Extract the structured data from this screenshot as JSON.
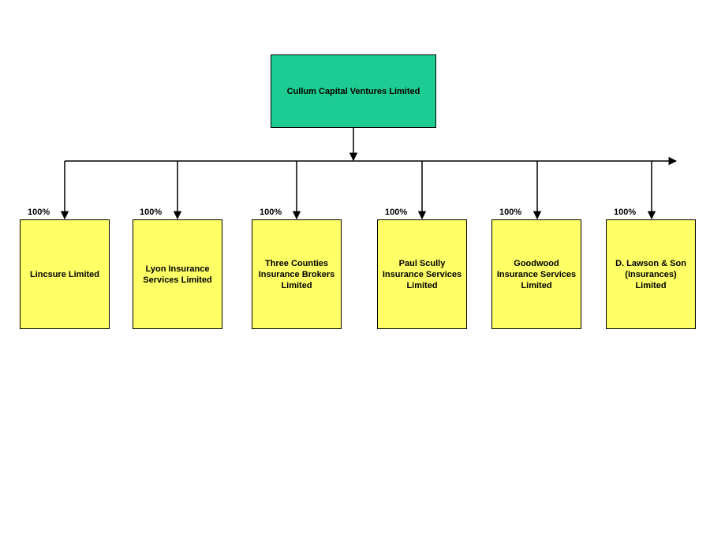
{
  "colors": {
    "parent_fill": "#1ccc93",
    "child_fill": "#ffff66",
    "line": "#000000"
  },
  "parent": {
    "label": "Cullum Capital Ventures Limited"
  },
  "subsidiaries": [
    {
      "label": "Lincsure Limited",
      "ownership": "100%"
    },
    {
      "label": "Lyon Insurance Services Limited",
      "ownership": "100%"
    },
    {
      "label": "Three Counties Insurance Brokers Limited",
      "ownership": "100%"
    },
    {
      "label": "Paul Scully Insurance Services Limited",
      "ownership": "100%"
    },
    {
      "label": "Goodwood Insurance Services Limited",
      "ownership": "100%"
    },
    {
      "label": "D. Lawson & Son (Insurances) Limited",
      "ownership": "100%"
    }
  ]
}
